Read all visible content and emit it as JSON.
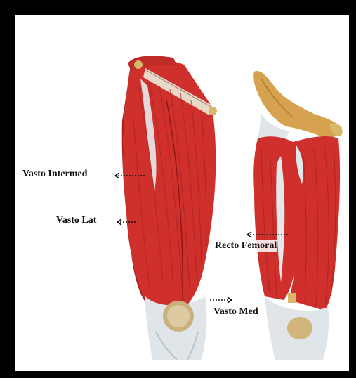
{
  "figure": {
    "labels": {
      "vasto_intermed": "Vasto Intermed",
      "vasto_lat": "Vasto Lat",
      "recto_femoral": "Recto Femoral",
      "vasto_med": "Vasto Med"
    },
    "colors": {
      "frame": "#000000",
      "background": "#ffffff",
      "muscle": "#d0322e",
      "muscle_dark": "#9e1c1a",
      "tendon": "#dfe5e8",
      "bone": "#d4a85a"
    }
  }
}
